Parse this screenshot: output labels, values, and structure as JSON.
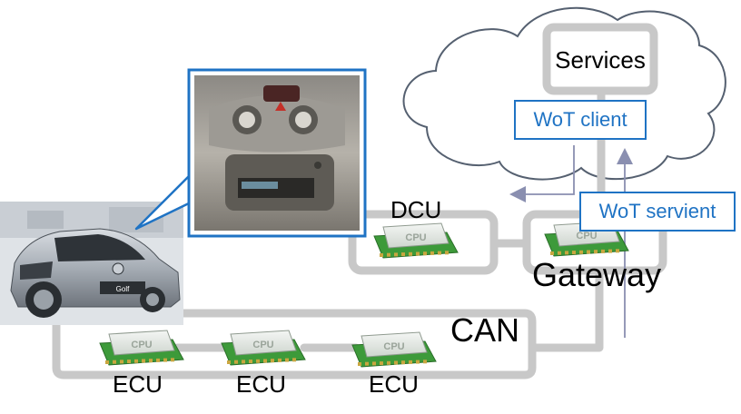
{
  "labels": {
    "services": "Services",
    "wot_client": "WoT client",
    "wot_servient": "WoT servient",
    "dcu": "DCU",
    "gateway": "Gateway",
    "can": "CAN",
    "ecus": [
      "ECU",
      "ECU",
      "ECU"
    ]
  },
  "chips": [
    {
      "name": "dcu-cpu-chip",
      "text": "CPU"
    },
    {
      "name": "gateway-cpu-chip",
      "text": "CPU"
    },
    {
      "name": "ecu-cpu-chip-1",
      "text": "CPU"
    },
    {
      "name": "ecu-cpu-chip-2",
      "text": "CPU"
    },
    {
      "name": "ecu-cpu-chip-3",
      "text": "CPU"
    }
  ],
  "car": {
    "plate": "Golf"
  },
  "colors": {
    "accent_blue": "#1f73c4",
    "bus_gray": "#c8c8c8",
    "cloud_outline": "#556070",
    "arrow": "#8a8fb0",
    "chip_green": "#3d9a3a",
    "callout_border": "#1f73c4"
  }
}
